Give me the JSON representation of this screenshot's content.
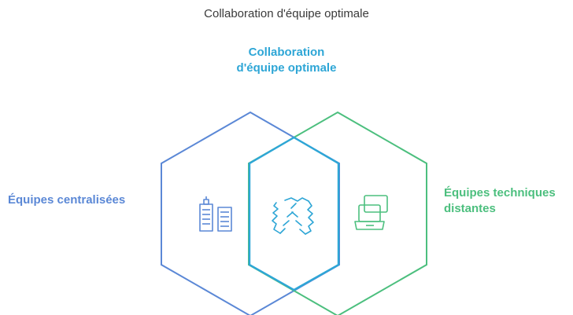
{
  "diagram": {
    "title": "Collaboration d'équipe optimale",
    "center_label_lines": [
      "Collaboration",
      "d'équipe optimale"
    ],
    "left_label": "Équipes centralisées",
    "right_label_lines": [
      "Équipes techniques",
      "distantes"
    ],
    "colors": {
      "left": "#5b88d6",
      "right": "#4cbf7e",
      "center": "#2ea6d6",
      "title": "#3a3a3a"
    },
    "icons": {
      "left": "office-buildings-icon",
      "center": "handshake-icon",
      "right": "laptops-icon"
    }
  }
}
